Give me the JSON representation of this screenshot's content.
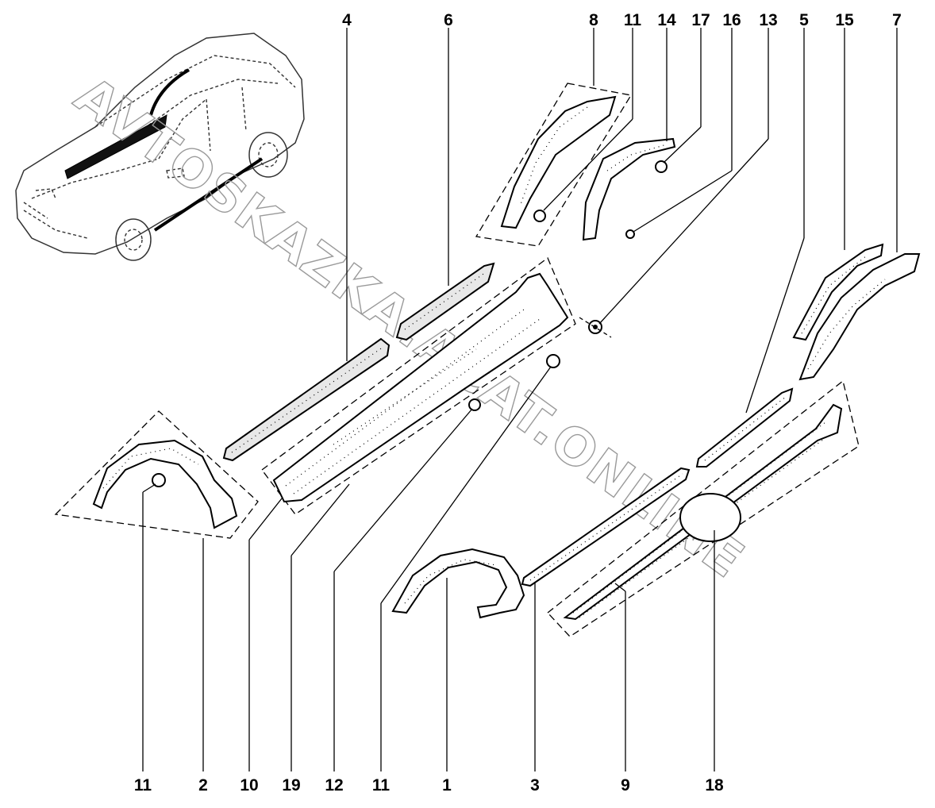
{
  "watermark": "AVTOSKAZKA.ACAT.ONLINE",
  "callouts": {
    "top": [
      "4",
      "6",
      "8",
      "11",
      "14",
      "17",
      "16",
      "13",
      "5",
      "15",
      "7"
    ],
    "bottom": [
      "11",
      "2",
      "10",
      "19",
      "12",
      "11",
      "1",
      "3",
      "9",
      "18"
    ]
  },
  "parts": [
    "vehicle-overview",
    "front-arch-liner-1",
    "rear-arch-liner-2",
    "front-sill-strip-3",
    "rear-door-molding-4",
    "rear-door-molding-5",
    "front-door-molding-6",
    "rear-arch-extension-7",
    "front-arch-extension-8",
    "sill-molding-9",
    "sill-cover-10",
    "clip-11",
    "clip-12",
    "nut-13",
    "bracket-14",
    "arch-bracket-15",
    "screw-16",
    "clip-17",
    "sill-trim-18",
    "sill-trim-19"
  ]
}
